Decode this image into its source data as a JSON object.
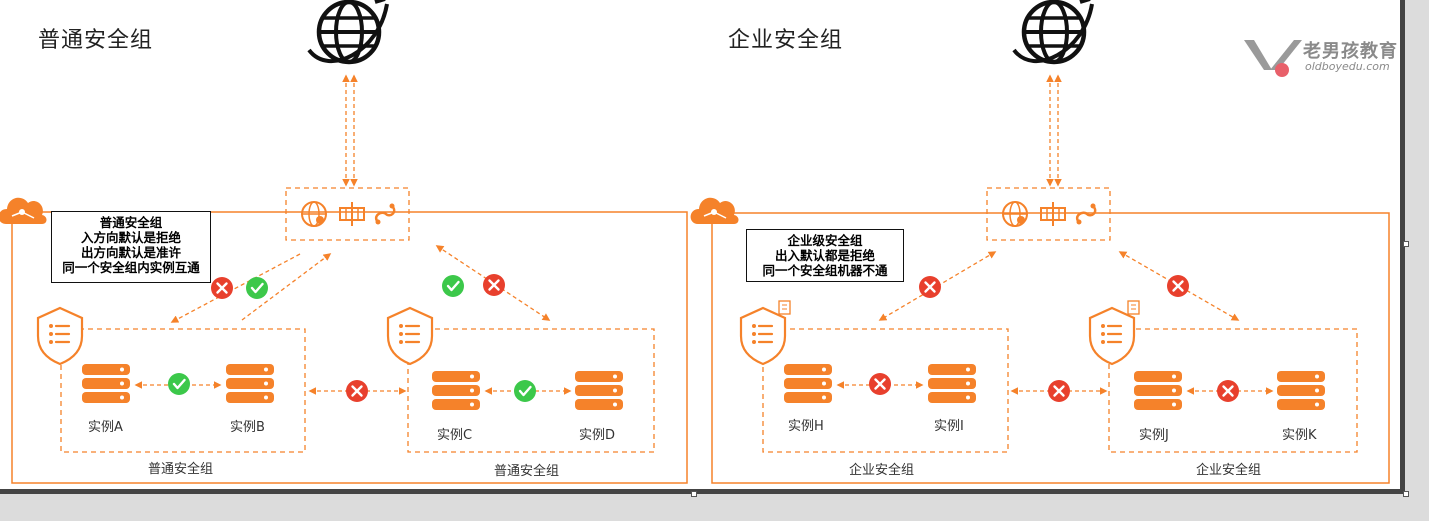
{
  "panels": [
    {
      "title": "普通安全组",
      "note": [
        "普通安全组",
        "入方向默认是拒绝",
        "出方向默认是准许",
        "同一个安全组内实例互通"
      ],
      "groups": [
        {
          "label": "普通安全组",
          "instances": [
            "实例A",
            "实例B"
          ],
          "internal": "allow"
        },
        {
          "label": "普通安全组",
          "instances": [
            "实例C",
            "实例D"
          ],
          "internal": "allow"
        }
      ],
      "between_groups": "deny",
      "gateway_links": [
        [
          "deny",
          "allow"
        ],
        [
          "allow",
          "deny"
        ]
      ]
    },
    {
      "title": "企业安全组",
      "note": [
        "企业级安全组",
        "出入默认都是拒绝",
        "同一个安全组机器不通"
      ],
      "groups": [
        {
          "label": "企业安全组",
          "instances": [
            "实例H",
            "实例I"
          ],
          "internal": "deny"
        },
        {
          "label": "企业安全组",
          "instances": [
            "实例J",
            "实例K"
          ],
          "internal": "deny"
        }
      ],
      "between_groups": "deny",
      "gateway_links": [
        [
          "deny"
        ],
        [
          "deny"
        ]
      ]
    }
  ],
  "watermark": {
    "name": "老男孩教育",
    "url": "oldboyedu.com"
  },
  "colors": {
    "accent": "#f5822a",
    "allow": "#3cc84a",
    "deny": "#e8402d",
    "icon_dark": "#111111"
  },
  "icons": [
    "globe-icon",
    "cloud-icon",
    "shield-list-icon",
    "server-icon",
    "gateway-globe-icon",
    "gateway-router-icon",
    "gateway-link-icon",
    "check-icon",
    "cross-icon",
    "logo-icon"
  ]
}
